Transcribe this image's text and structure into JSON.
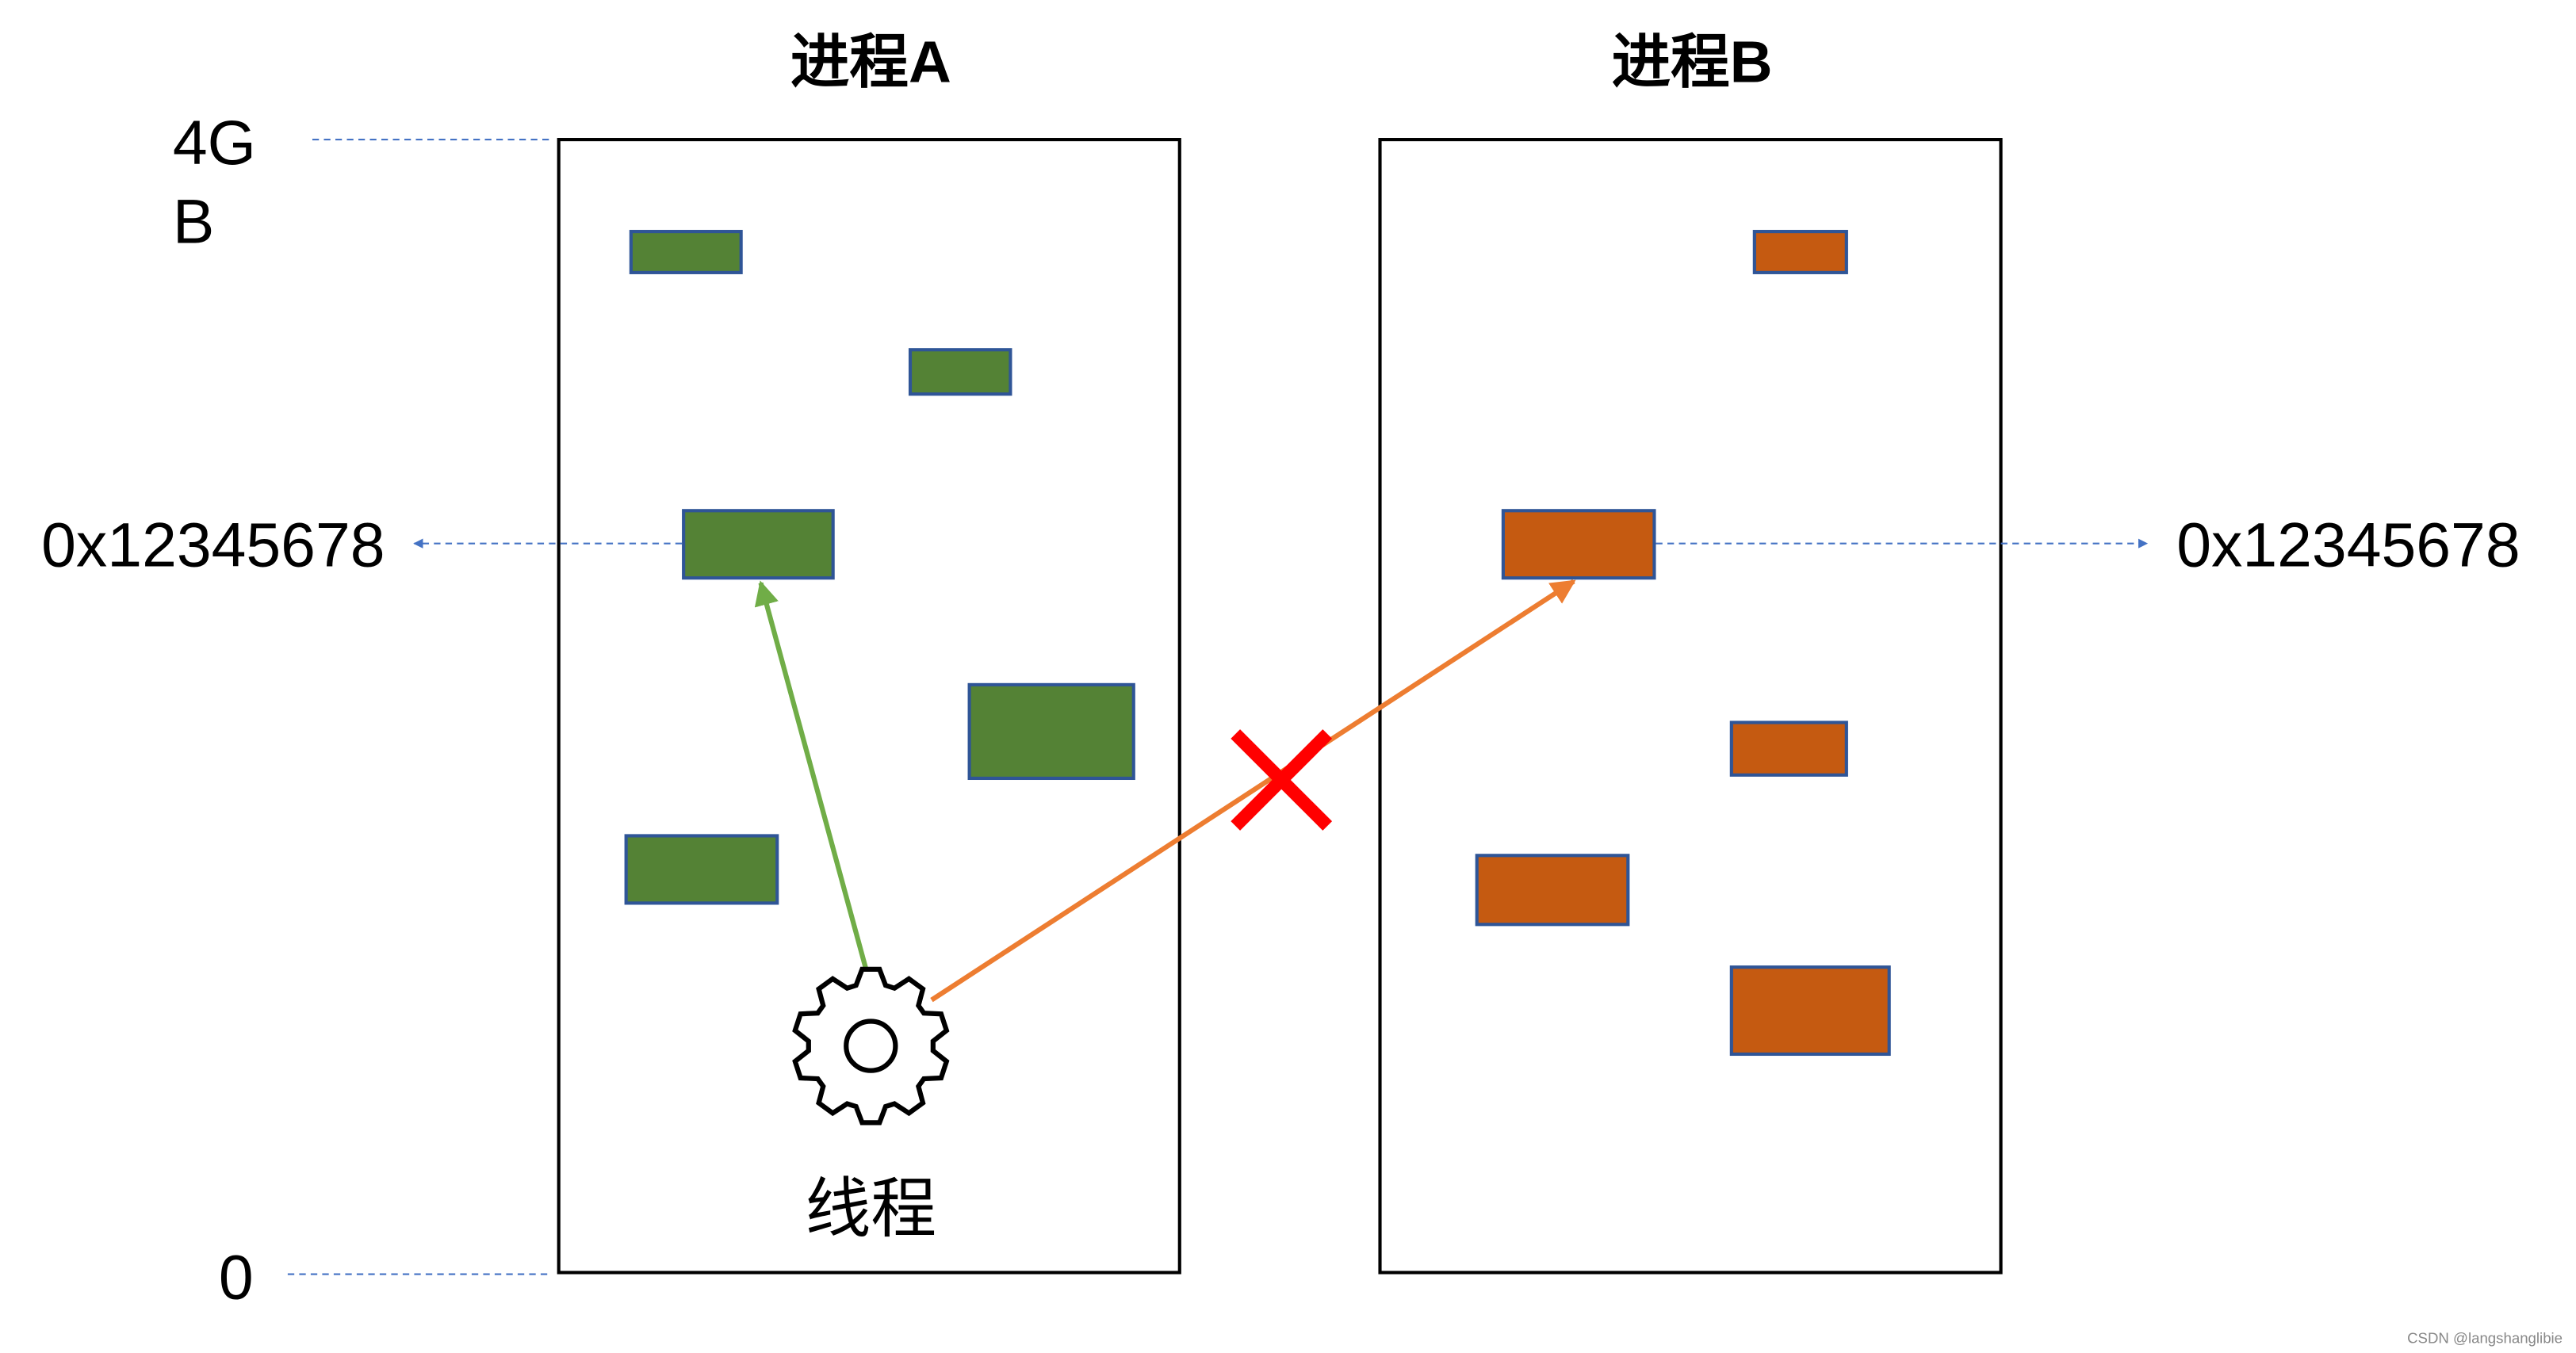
{
  "titles": {
    "process_a": "进程A",
    "process_b": "进程B"
  },
  "axis": {
    "top_line1": "4G",
    "top_line2": "B",
    "bottom": "0"
  },
  "address_left": "0x12345678",
  "address_right": "0x12345678",
  "thread_label": "线程",
  "watermark": "CSDN @langshanglibie",
  "colors": {
    "green_block": "#548235",
    "orange_block": "#C55A11",
    "block_border": "#2F5597",
    "green_arrow": "#70AD47",
    "orange_arrow": "#ED7D31",
    "dashed_line": "#4472C4",
    "cross": "#FF0000"
  },
  "icons": {
    "thread": "gear-icon",
    "denied": "cross-icon"
  }
}
